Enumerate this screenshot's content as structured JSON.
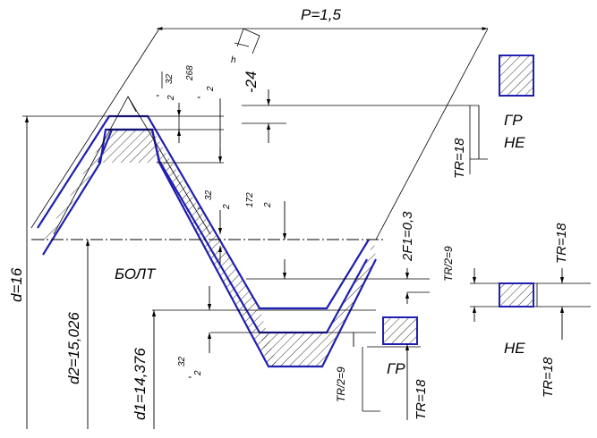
{
  "labels": {
    "pitch": "P=1,5",
    "major_d": "d=16",
    "pitch_d": "d2=15,026",
    "minor_d": "d1=14,376",
    "bolt": "БОЛТ",
    "go": "ГР",
    "nogo": "НЕ",
    "tol_r": "TR=18",
    "half_tol": "TR/2=9",
    "two_f": "2F1=0,3",
    "frac_32": "32",
    "frac_268": "268",
    "frac_172": "172",
    "frac_den": "2",
    "minus": "-",
    "minus_24": "-24",
    "h_sup": "h"
  },
  "colors": {
    "profile": "#1f1fb0",
    "line": "#000000"
  }
}
